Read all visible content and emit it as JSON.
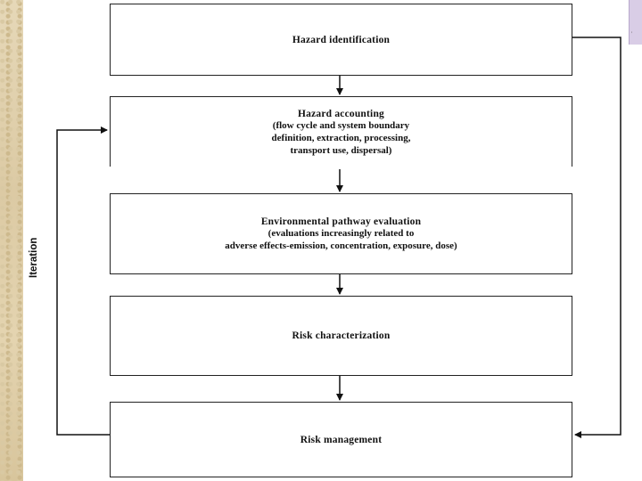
{
  "diagram": {
    "side_label": "Iteration",
    "steps": [
      {
        "id": "hazard-identification",
        "title": "Hazard identification",
        "lines": []
      },
      {
        "id": "hazard-accounting",
        "title": "Hazard accounting",
        "lines": [
          "(flow cycle and system boundary",
          "definition, extraction, processing,",
          "transport use, dispersal)"
        ]
      },
      {
        "id": "environmental-pathway-evaluation",
        "title": "Environmental pathway evaluation",
        "lines": [
          "(evaluations increasingly related to",
          "adverse effects-emission, concentration, exposure, dose)"
        ]
      },
      {
        "id": "risk-characterization",
        "title": "Risk characterization",
        "lines": []
      },
      {
        "id": "risk-management",
        "title": "Risk management",
        "lines": []
      }
    ]
  }
}
